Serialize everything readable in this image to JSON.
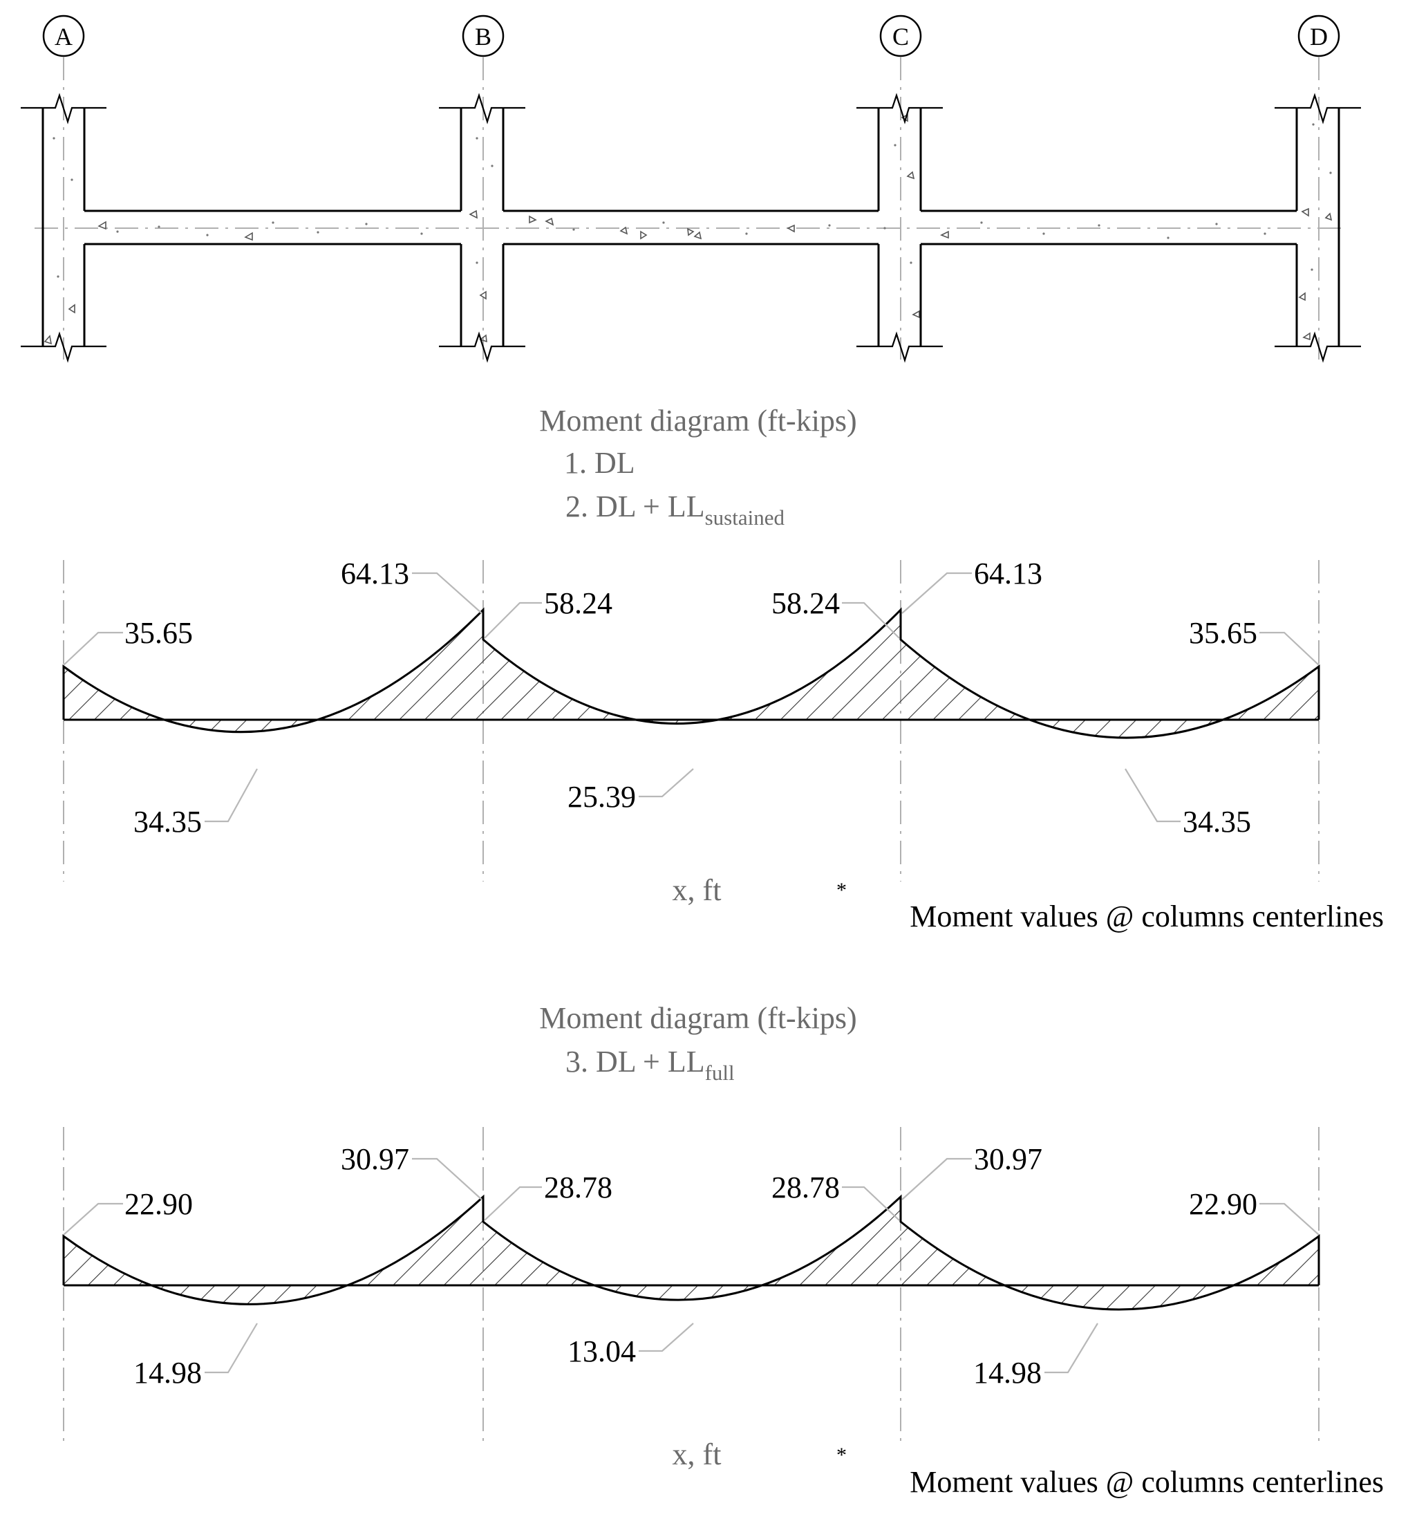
{
  "grid_labels": [
    "A",
    "B",
    "C",
    "D"
  ],
  "diagrams": [
    {
      "title": "Moment diagram  (ft-kips)",
      "cases": [
        {
          "text": "1. DL",
          "sub": ""
        },
        {
          "text": "2. DL + LL",
          "sub": "sustained"
        }
      ],
      "xlabel": "x, ft",
      "note": "Moment values @ columns centerlines",
      "values": {
        "support_A": "35.65",
        "support_B_left": "64.13",
        "support_B_right": "58.24",
        "support_C_left": "58.24",
        "support_C_right": "64.13",
        "support_D": "35.65",
        "span_AB": "34.35",
        "span_BC": "25.39",
        "span_CD": "34.35"
      }
    },
    {
      "title": "Moment diagram  (ft-kips)",
      "cases": [
        {
          "text": "3. DL + LL",
          "sub": "full"
        }
      ],
      "xlabel": "x, ft",
      "note": "Moment values @ columns centerlines",
      "values": {
        "support_A": "22.90",
        "support_B_left": "30.97",
        "support_B_right": "28.78",
        "support_C_left": "28.78",
        "support_C_right": "30.97",
        "support_D": "22.90",
        "span_AB": "14.98",
        "span_BC": "13.04",
        "span_CD": "14.98"
      }
    }
  ]
}
